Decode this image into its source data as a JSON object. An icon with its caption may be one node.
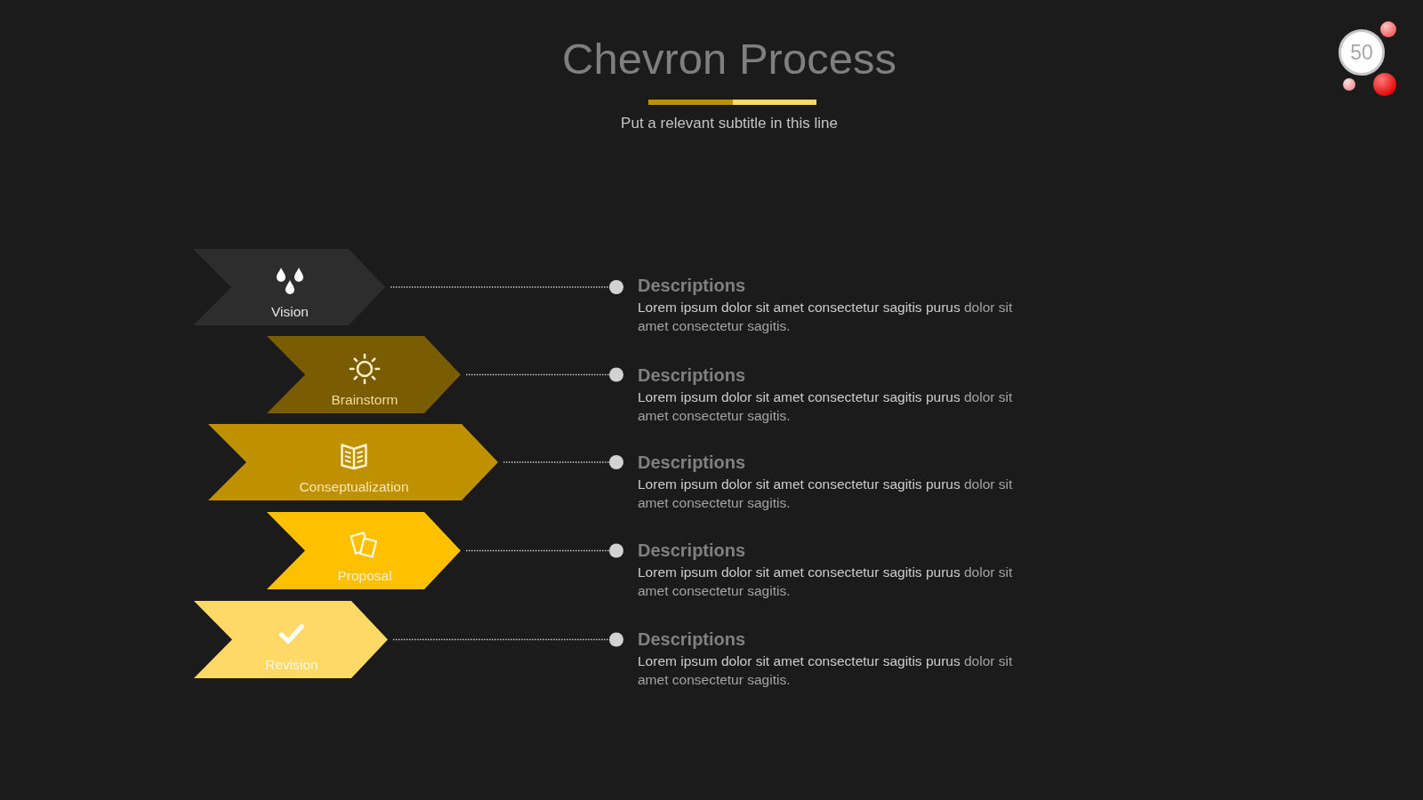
{
  "diagram": {
    "title": "Chevron Process",
    "nodes": [
      {
        "text": [
          "50"
        ]
      },
      {
        "text": [
          "Vision"
        ]
      },
      {
        "text": [
          "Descriptions",
          "**Lorem ipsum dolor sit amet consectetur sagitis purus** dolor sit amet consectetur sagitis."
        ]
      },
      {
        "text": [
          "Brainstorm"
        ]
      },
      {
        "text": [
          "Descriptions",
          "**Lorem ipsum dolor sit amet consectetur sagitis purus** dolor sit amet consectetur sagitis."
        ]
      },
      {
        "text": [
          "Conseptualization"
        ]
      },
      {
        "text": [
          "Descriptions",
          "**Lorem ipsum dolor sit amet consectetur sagitis purus** dolor sit amet consectetur sagitis."
        ]
      },
      {
        "text": [
          "Proposal"
        ]
      },
      {
        "text": [
          "Descriptions",
          "**Lorem ipsum dolor sit amet consectetur sagitis purus** dolor sit amet consectetur sagitis."
        ]
      },
      {
        "text": [
          "Revision"
        ]
      },
      {
        "text": [
          "Descriptions",
          "**Lorem ipsum dolor sit amet consectetur sagitis purus** dolor sit amet consectetur sagitis."
        ]
      }
    ],
    "edges": [
      {
        "from": 1,
        "to": 2,
        "arrow": "other",
        "style": "dashed"
      },
      {
        "from": 3,
        "to": 4,
        "arrow": "other",
        "style": "dashed"
      },
      {
        "from": 5,
        "to": 6,
        "arrow": "other",
        "style": "dashed"
      },
      {
        "from": 7,
        "to": 8,
        "arrow": "other",
        "style": "dashed"
      },
      {
        "from": 9,
        "to": 10,
        "arrow": "other",
        "style": "dashed"
      }
    ],
    "labels": [
      "Put a relevant subtitle in this line"
    ]
  }
}
